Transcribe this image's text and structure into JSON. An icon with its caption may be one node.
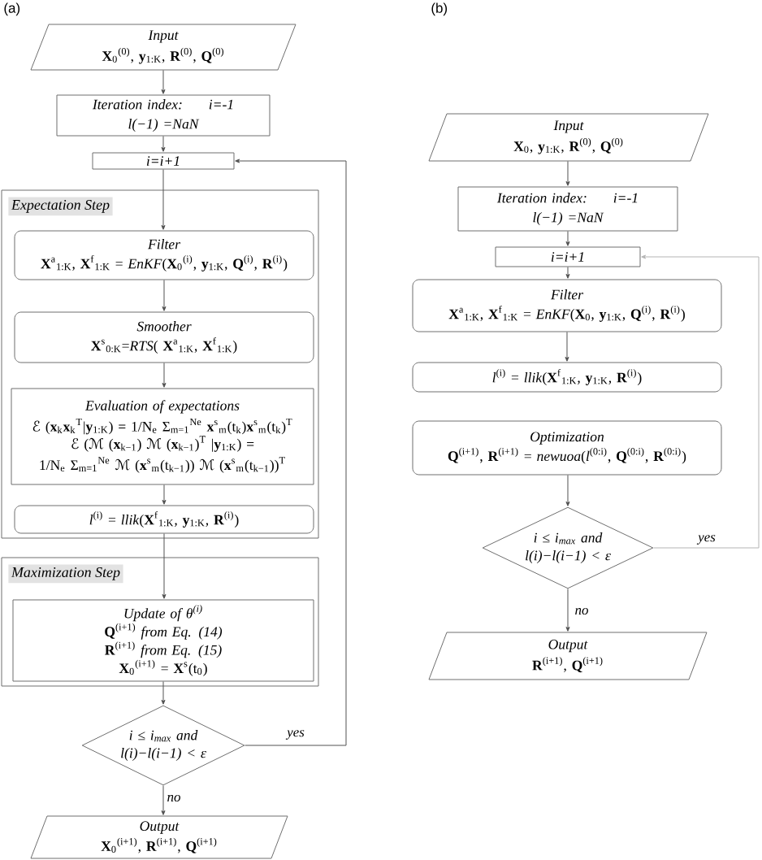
{
  "diagram": {
    "nodes": [
      {
        "text": [
          "Input",
          "**X**$_{0}$$^{(0)}$, **y**$_{1:K}$, **R**$^{(0)}$, **Q**$^{(0)}$"
        ]
      },
      {
        "text": [
          "Iteration index:",
          "i=-1",
          "l(−1) =NaN"
        ]
      },
      {
        "text": [
          "i=i+1"
        ]
      },
      {
        "text": [
          "Expectation Step"
        ]
      },
      {
        "text": [
          "Filter",
          "**X**$^{a}$$_{1:K}$, **X**$^{f}$$_{1:K}$ = *EnKF*(**X**$_{0}$$^{(i)}$, **y**$_{1:K}$, **Q**$^{(i)}$, **R**$^{(i)}$)"
        ],
        "in": 3
      },
      {
        "text": [
          "Smoother",
          "**X**$^{s}$$_{0:K}$=*RTS*( **X**$^{a}$$_{1:K}$, **X**$^{f}$$_{1:K}$)"
        ],
        "in": 3
      },
      {
        "text": [
          "Evaluation of expectations",
          "ℰ (**x**$_{k}$**x**$_{k}$$^{T}$|**y**$_{1:K}$) = 1/N$_{e}$ Σ$_{m=1}$$^{Ne}$ **x**$^{s}$$_{m}$(t$_{k}$)**x**$^{s}$$_{m}$(t$_{k}$)$^{T}$",
          "ℰ (ℳ (**x**$_{k−1}$) ℳ (**x**$_{k−1}$)$^{T}$ |**y**$_{1:K}$) = 1/N$_{e}$ Σ$_{m=1}$$^{Ne}$ ℳ (**x**$^{s}$$_{m}$(t$_{k−1}$)) ℳ (**x**$^{s}$$_{m}$(t$_{k−1}$))$^{T}$"
        ],
        "in": 3
      },
      {
        "text": [
          "*l*$^{(i)}$ = *llik*(**X**$^{f}$$_{1:K}$, **y**$_{1:K}$, **R**$^{(i)}$)"
        ],
        "in": 3
      },
      {
        "text": [
          "Maximization Step"
        ]
      },
      {
        "text": [
          "Update of θ$^{(i)}$",
          "**Q**$^{(i+1)}$ *from Eq. (14)*",
          "**R**$^{(i+1)}$ *from Eq. (15)*",
          "**X**$_{0}$$^{(i+1)}$ = **X**$^{s}$(t$_{0}$)"
        ],
        "in": 8
      },
      {
        "text": [
          "i ≤ i$_{max}$ and l(i)−l(i−1) < ε"
        ]
      },
      {
        "text": [
          "Output",
          "**X**$_{0}$$^{(i+1)}$, **R**$^{(i+1)}$, **Q**$^{(i+1)}$"
        ]
      },
      {
        "text": [
          "Input",
          "**X**$_{0}$, **y**$_{1:K}$, **R**$^{(0)}$, **Q**$^{(0)}$"
        ]
      },
      {
        "text": [
          "Iteration index:",
          "i=-1",
          "l(−1) =NaN"
        ]
      },
      {
        "text": [
          "i=i+1"
        ]
      },
      {
        "text": [
          "Filter",
          "**X**$^{a}$$_{1:K}$, **X**$^{f}$$_{1:K}$ = *EnKF*(**X**$_{0}$, **y**$_{1:K}$, **Q**$^{(i)}$, **R**$^{(i)}$)"
        ]
      },
      {
        "text": [
          "*l*$^{(i)}$ = *llik*(**X**$^{f}$$_{1:K}$, **y**$_{1:K}$, **R**$^{(i)}$)"
        ]
      },
      {
        "text": [
          "Optimization",
          "**Q**$^{(i+1)}$, **R**$^{(i+1)}$ = *newuoa*(*l*$^{(0:i)}$, **Q**$^{(0:i)}$, **R**$^{(0:i)}$)"
        ]
      },
      {
        "text": [
          "i ≤ i$_{max}$ and l(i)−l(i−1) < ε"
        ]
      },
      {
        "text": [
          "Output",
          "**R**$^{(i+1)}$, **Q**$^{(i+1)}$"
        ]
      }
    ],
    "edges": [
      {
        "from": 0,
        "to": 1,
        "arrow": "to"
      },
      {
        "from": 1,
        "to": 2,
        "arrow": "to"
      },
      {
        "from": 2,
        "to": 4,
        "arrow": "to"
      },
      {
        "from": 4,
        "to": 5,
        "arrow": "to"
      },
      {
        "from": 5,
        "to": 6,
        "arrow": "to"
      },
      {
        "from": 6,
        "to": 7,
        "arrow": "to"
      },
      {
        "from": 7,
        "to": 9,
        "arrow": "to"
      },
      {
        "from": 9,
        "to": 10,
        "arrow": "to"
      },
      {
        "from": 10,
        "to": 2,
        "arrow": "to",
        "label": "yes"
      },
      {
        "from": 10,
        "to": 11,
        "arrow": "to",
        "label": "no"
      },
      {
        "from": 12,
        "to": 13,
        "arrow": "to"
      },
      {
        "from": 13,
        "to": 14,
        "arrow": "to"
      },
      {
        "from": 14,
        "to": 15,
        "arrow": "to"
      },
      {
        "from": 15,
        "to": 16,
        "arrow": "to"
      },
      {
        "from": 17,
        "to": 18,
        "arrow": "to"
      },
      {
        "from": 18,
        "to": 14,
        "arrow": "to",
        "label": "yes",
        "color": "#b4b4b4"
      },
      {
        "from": 18,
        "to": 19,
        "arrow": "to",
        "label": "no"
      }
    ],
    "labels": [
      "(a)",
      "(b)"
    ]
  }
}
